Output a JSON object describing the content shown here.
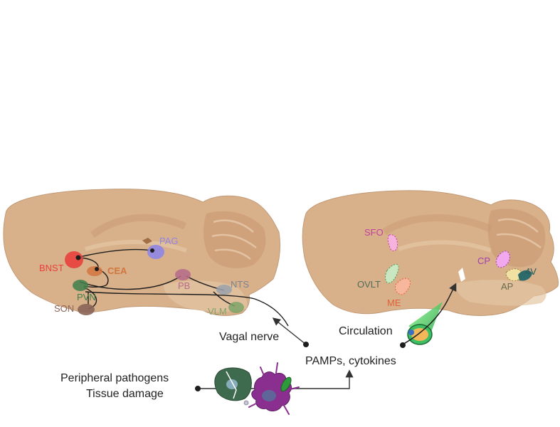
{
  "left_brain": {
    "regions": {
      "bnst": "BNST",
      "cea": "CEA",
      "pag": "PAG",
      "pvn": "PVN",
      "son": "SON",
      "pb": "PB",
      "nts": "NTS",
      "vlm": "VLM"
    },
    "colors": {
      "bnst": "#e8413c",
      "cea": "#d2763f",
      "pag": "#8f86e6",
      "pvn": "#3f7f4a",
      "son": "#8a6557",
      "pb": "#b56b8a",
      "nts": "#9aa1ad",
      "vlm": "#7fa36a"
    }
  },
  "right_brain": {
    "regions": {
      "sfo": "SFO",
      "ovlt": "OVLT",
      "me": "ME",
      "cp": "CP",
      "ap": "AP",
      "v4": "4V"
    },
    "colors": {
      "sfo": "#c2409e",
      "ovlt": "#4f6b5a",
      "me": "#e0623b",
      "cp": "#a23fb0",
      "ap": "#6a6a4a",
      "v4": "#2d5a5a"
    }
  },
  "pathways": {
    "vagal_nerve": "Vagal nerve",
    "pamps": "PAMPs, cytokines",
    "circulation": "Circulation",
    "peripheral_line1": "Peripheral pathogens",
    "peripheral_line2": "Tissue damage"
  }
}
